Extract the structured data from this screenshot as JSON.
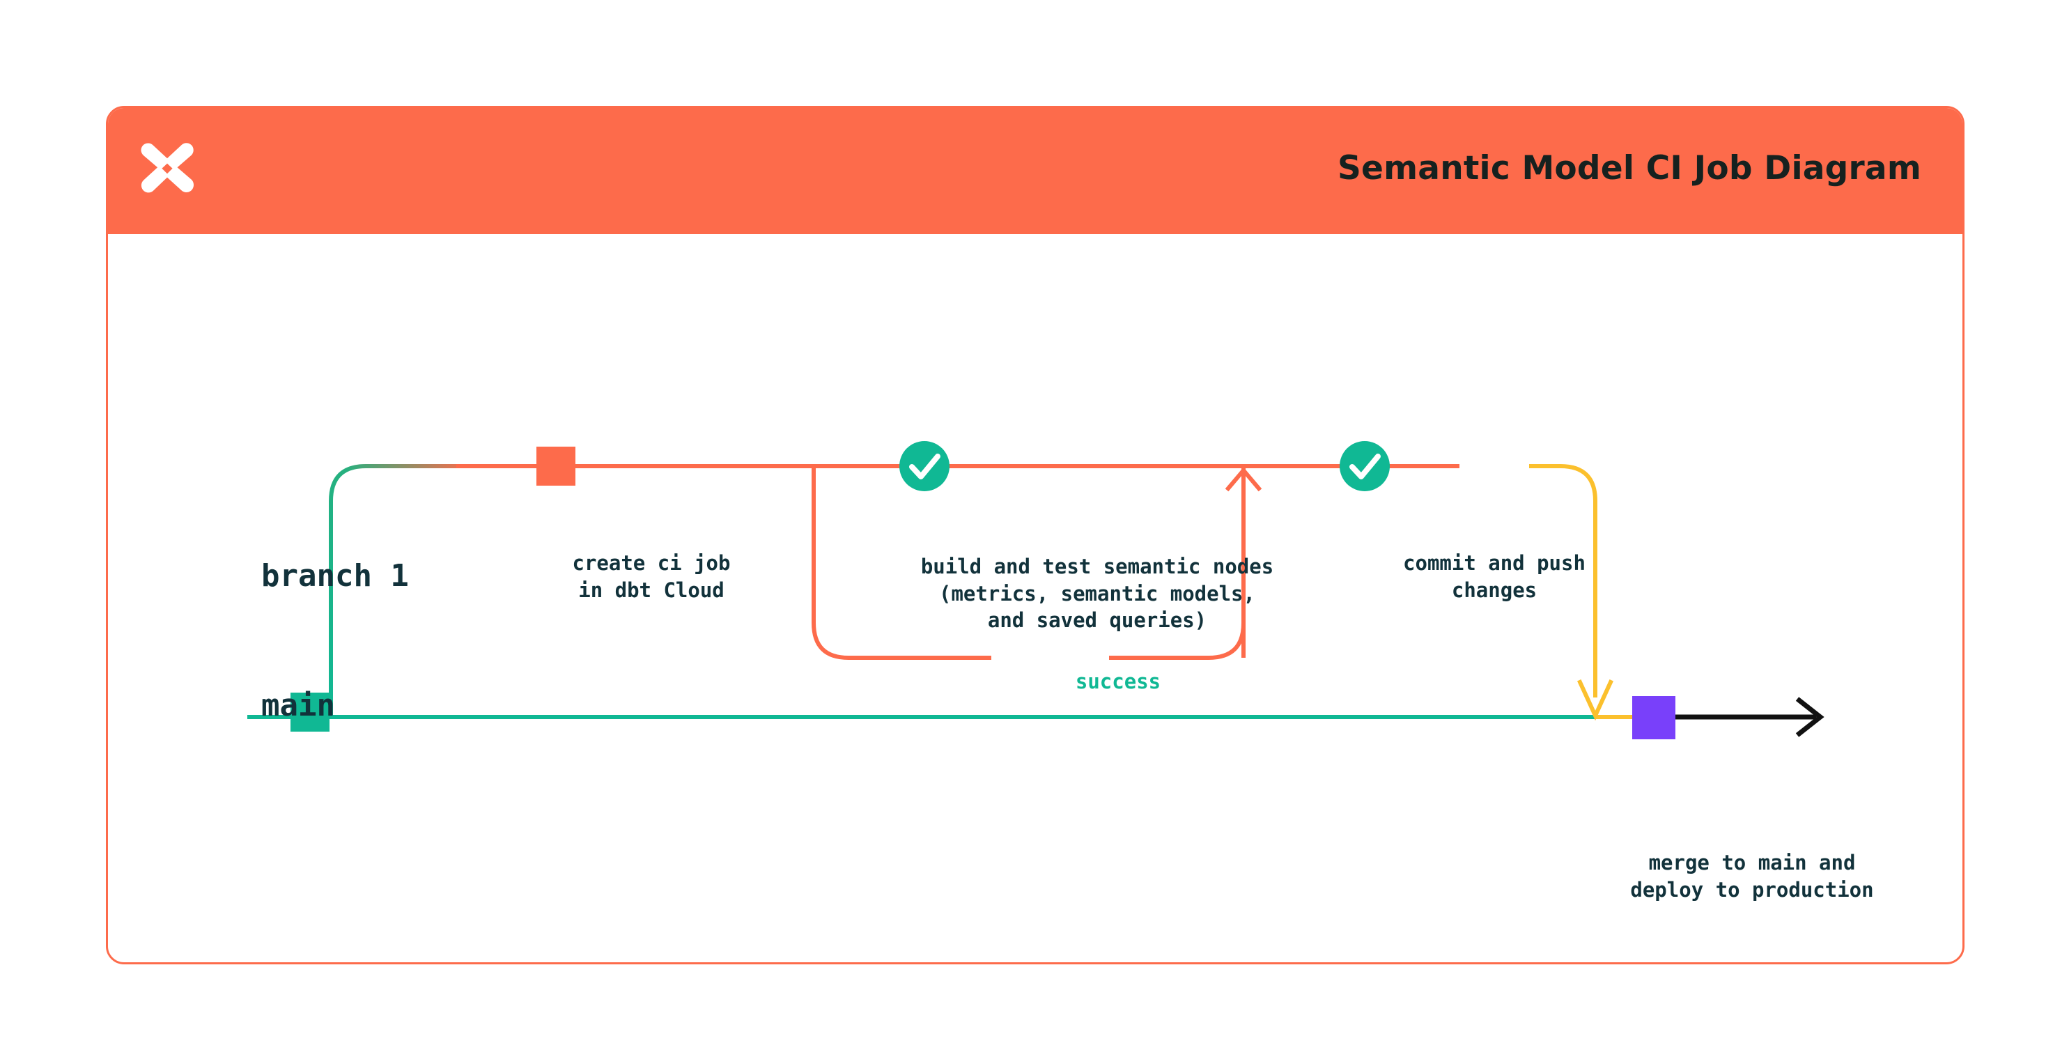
{
  "header": {
    "title": "Semantic Model CI Job Diagram",
    "logo_icon": "dbt-x-logo-icon",
    "background_color": "#FD6B4B"
  },
  "diagram": {
    "type": "git-branch-flow",
    "branches": [
      {
        "id": "branch1",
        "label": "branch 1",
        "line_color": "#FD6B4B"
      },
      {
        "id": "main",
        "label": "main",
        "line_color": "#10B894"
      }
    ],
    "nodes": [
      {
        "id": "main-start",
        "branch": "main",
        "shape": "square",
        "color": "#10B894",
        "label": ""
      },
      {
        "id": "create-ci-job",
        "branch": "branch1",
        "shape": "square",
        "color": "#FD6B4B",
        "label": "create ci job\nin dbt Cloud"
      },
      {
        "id": "build-and-test",
        "branch": "branch1",
        "shape": "circle-check",
        "color": "#10B894",
        "icon": "check-icon",
        "label": "build and test semantic nodes\n(metrics, semantic models,\nand saved queries)"
      },
      {
        "id": "commit-and-push",
        "branch": "branch1",
        "shape": "circle-check",
        "color": "#10B894",
        "icon": "check-icon",
        "label": "commit and push\nchanges"
      },
      {
        "id": "merge-to-main",
        "branch": "main",
        "shape": "square",
        "color": "#7940FA",
        "label": "merge to main and\ndeploy to production"
      }
    ],
    "edges": [
      {
        "id": "success-loop",
        "label": "success",
        "label_color": "#10B894",
        "color": "#FD6B4B"
      },
      {
        "id": "merge-arrow",
        "color": "#FBC02D"
      },
      {
        "id": "main-continue-arrow",
        "color": "#111111"
      }
    ]
  },
  "colors": {
    "coral": "#FD6B4B",
    "green": "#10B894",
    "yellow": "#FBC02D",
    "purple": "#7940FA",
    "ink": "#12323B",
    "black": "#111111",
    "white": "#ffffff"
  }
}
